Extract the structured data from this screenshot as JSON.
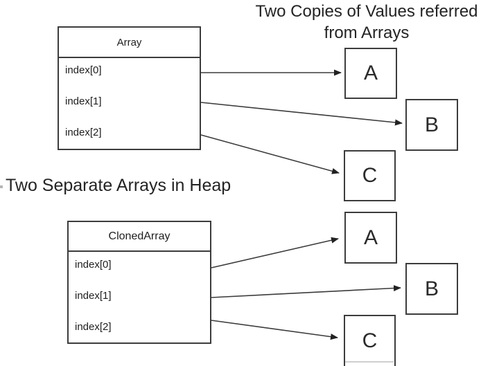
{
  "captions": {
    "values_title_line1": "Two Copies of Values referred",
    "values_title_line2": "from Arrays",
    "heap_title": "Two Separate Arrays in Heap"
  },
  "array_table": {
    "header": "Array",
    "rows": [
      "index[0]",
      "index[1]",
      "index[2]"
    ]
  },
  "cloned_array_table": {
    "header": "ClonedArray",
    "rows": [
      "index[0]",
      "index[1]",
      "index[2]"
    ]
  },
  "top_value_boxes": [
    "A",
    "B",
    "C"
  ],
  "bottom_value_boxes": [
    "A",
    "B",
    "C"
  ],
  "edges": [
    {
      "from": "Array.index[0]",
      "to": "top.A"
    },
    {
      "from": "Array.index[1]",
      "to": "top.B"
    },
    {
      "from": "Array.index[2]",
      "to": "top.C"
    },
    {
      "from": "ClonedArray.index[0]",
      "to": "bottom.A"
    },
    {
      "from": "ClonedArray.index[1]",
      "to": "bottom.B"
    },
    {
      "from": "ClonedArray.index[2]",
      "to": "bottom.C"
    }
  ],
  "colors": {
    "line": "#3b3b3b",
    "border": "#3c3c3c",
    "text": "#222222",
    "background": "#ffffff"
  }
}
